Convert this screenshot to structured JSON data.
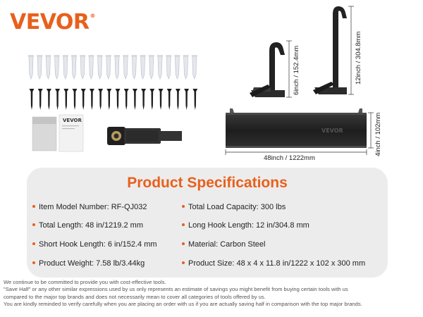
{
  "brand": {
    "name": "VEVOR",
    "reg_mark": "®",
    "color": "#e8601c"
  },
  "dimensions": {
    "short_hook_height": "6inch / 152.4mm",
    "long_hook_height": "12inch / 304.8mm",
    "rail_length": "48inch / 1222mm",
    "rail_height": "4inch / 102mm"
  },
  "rail_logo": "VEVOR",
  "manual_logo": "VEVOR",
  "specs": {
    "title": "Product Specifications",
    "items": [
      "Item Model Number: RF-QJ032",
      "Total Length: 48 in/1219.2 mm",
      "Short Hook Length: 6 in/152.4 mm",
      "Product Weight: 7.58 lb/3.44kg",
      "Total Load Capacity: 300 lbs",
      "Long Hook Length: 12 in/304.8 mm",
      "Material: Carbon Steel",
      "Product Size: 48 x 4 x 11.8 in/1222 x 102 x 300 mm"
    ]
  },
  "disclaimer": [
    "We continue to be committed to provide you with cost-effective tools.",
    "\"Save Half\" or any other similar expressions used by us only represents an estimate of savings you might benefit from buying certain tools with us",
    "compared to the major top brands and does not necessarily mean to cover all categories of tools offered by us.",
    "You are kindly reminded to verify carefully when you are placing an order with us if you are actually saving half in comparison with the top major brands."
  ],
  "icons": [
    "wall-anchor-icon",
    "screw-icon",
    "manual-icon",
    "strap-icon",
    "short-hook-icon",
    "long-hook-icon",
    "rail-icon"
  ]
}
